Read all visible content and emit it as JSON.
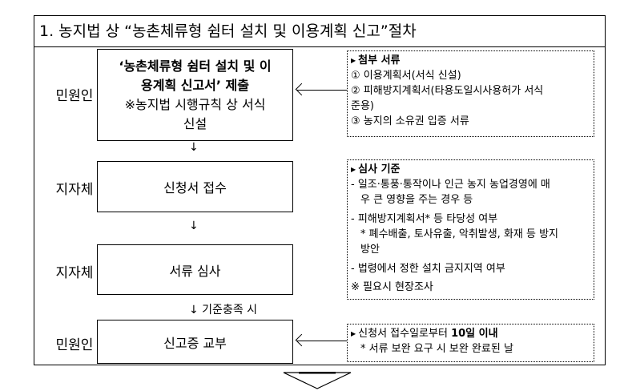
{
  "title": "1. 농지법 상 “농촌체류형 쉼터 설치 및 이용계획 신고”절차",
  "steps": [
    {
      "actor": "민원인",
      "line1": "‘농촌체류형 쉼터 설치 및 이",
      "line2": "용계획 신고서’ 제출",
      "line3": "※농지법 시행규칙 상 서식",
      "line4": "신설"
    },
    {
      "actor": "지자체",
      "label": "신청서 접수"
    },
    {
      "actor": "지자체",
      "label": "서류 심사"
    },
    {
      "actor": "민원인",
      "label": "신고증 교부"
    }
  ],
  "arrows": {
    "a1": "↓",
    "a2": "↓",
    "a3": "↓ 기준충족 시"
  },
  "docs": {
    "header": "첨부 서류",
    "items": [
      "① 이용계획서(서식 신설)",
      "②  피해방지계획서(타용도일시사용허가  서식",
      "준용)",
      "③ 농지의 소유권 입증 서류"
    ]
  },
  "criteria": {
    "header": "심사 기준",
    "lines": [
      "- 일조·통풍·통작이나 인근 농지 농업경영에 매",
      "우 큰 영향을 주는 경우 등",
      "- 피해방지계획서* 등 타당성 여부",
      "* 폐수배출, 토사유출, 악취발생, 화재 등 방지",
      "방안",
      "- 법령에서 정한 설치 금지지역 여부",
      "※ 필요시 현장조사"
    ]
  },
  "issue": {
    "line1_pre": "신청서 접수일로부터 ",
    "line1_bold": "10일 이내",
    "line2": "* 서류 보완 요구 시 보완 완료된 날"
  }
}
